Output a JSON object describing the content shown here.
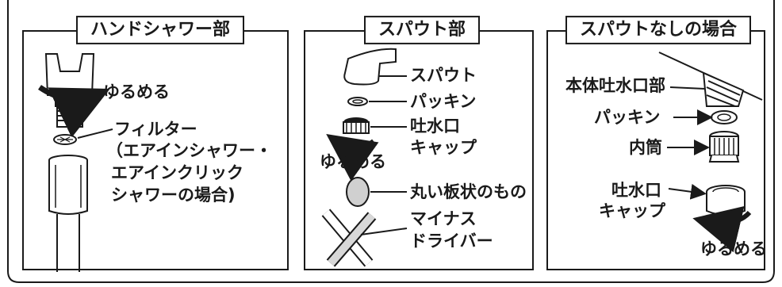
{
  "panels": {
    "hand_shower": {
      "title": "ハンドシャワー部",
      "loosen": "ゆるめる",
      "filter_lines": [
        "フィルター",
        "（エアインシャワー・",
        "エアインクリック",
        "シャワーの場合)"
      ]
    },
    "spout": {
      "title": "スパウト部",
      "spout": "スパウト",
      "packing": "パッキン",
      "outlet_cap_lines": [
        "吐水口",
        "キャップ"
      ],
      "loosen": "ゆるめる",
      "round_plate": "丸い板状のもの",
      "screwdriver_lines": [
        "マイナス",
        "ドライバー"
      ]
    },
    "no_spout": {
      "title": "スパウトなしの場合",
      "body_outlet": "本体吐水口部",
      "packing": "パッキン",
      "inner_tube": "内筒",
      "outlet_cap_lines": [
        "吐水口",
        "キャップ"
      ],
      "loosen": "ゆるめる"
    }
  }
}
